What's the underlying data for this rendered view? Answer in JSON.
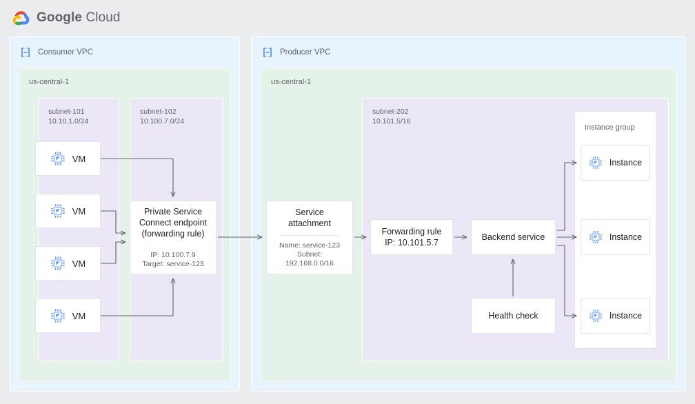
{
  "brand": {
    "logo_icon": "google-cloud-logo-icon",
    "name_bold": "Google",
    "name_light": "Cloud",
    "colors": {
      "vpc_fill": "#e7f4fd",
      "region_fill": "#e4f2e9",
      "subnet_fill": "#ece7f6",
      "card_fill": "#ffffff",
      "icon_blue": "#4285f4",
      "text_primary": "#202124",
      "text_secondary": "#5f6368",
      "connector": "#5f6368",
      "page_bg": "#eaecee"
    }
  },
  "consumer_vpc": {
    "icon": "vpc-icon",
    "label": "Consumer VPC",
    "region": {
      "label": "us-central-1"
    },
    "subnet_101": {
      "name": "subnet-101",
      "cidr": "10.10.1.0/24",
      "label": "subnet-101\n10.10.1.0/24",
      "vms": [
        {
          "icon": "vm-chip-icon",
          "label": "VM"
        },
        {
          "icon": "vm-chip-icon",
          "label": "VM"
        },
        {
          "icon": "vm-chip-icon",
          "label": "VM"
        },
        {
          "icon": "vm-chip-icon",
          "label": "VM"
        }
      ]
    },
    "subnet_102": {
      "name": "subnet-102",
      "cidr": "10.100.7.0/24",
      "label": "subnet-102\n10.100.7.0/24",
      "psc_endpoint": {
        "title": "Private Service\nConnect endpoint\n(forwarding rule)",
        "ip_line": "IP: 10.100.7.9",
        "target_line": "Target: service-123",
        "details": "IP: 10.100.7.9\nTarget: service-123"
      }
    }
  },
  "producer_vpc": {
    "icon": "vpc-icon",
    "label": "Producer VPC",
    "region": {
      "label": "us-central-1"
    },
    "service_attachment": {
      "title": "Service attachment",
      "name_line": "Name: service-123",
      "subnet_line": "Subnet:\n192.168.0.0/16",
      "details": "Name: service-123\nSubnet:\n192.168.0.0/16"
    },
    "subnet_202": {
      "name": "subnet-202",
      "cidr": "10.101.5/16",
      "label": "subnet-202\n10.101.5/16",
      "forwarding_rule": {
        "title": "Forwarding rule",
        "ip": "IP: 10.101.5.7",
        "text": "Forwarding rule\nIP: 10.101.5.7"
      },
      "backend_service": {
        "text": "Backend service"
      },
      "health_check": {
        "text": "Health check"
      },
      "instance_group": {
        "title": "Instance group",
        "instances": [
          {
            "icon": "vm-chip-icon",
            "label": "Instance"
          },
          {
            "icon": "vm-chip-icon",
            "label": "Instance"
          },
          {
            "icon": "vm-chip-icon",
            "label": "Instance"
          }
        ]
      }
    }
  }
}
